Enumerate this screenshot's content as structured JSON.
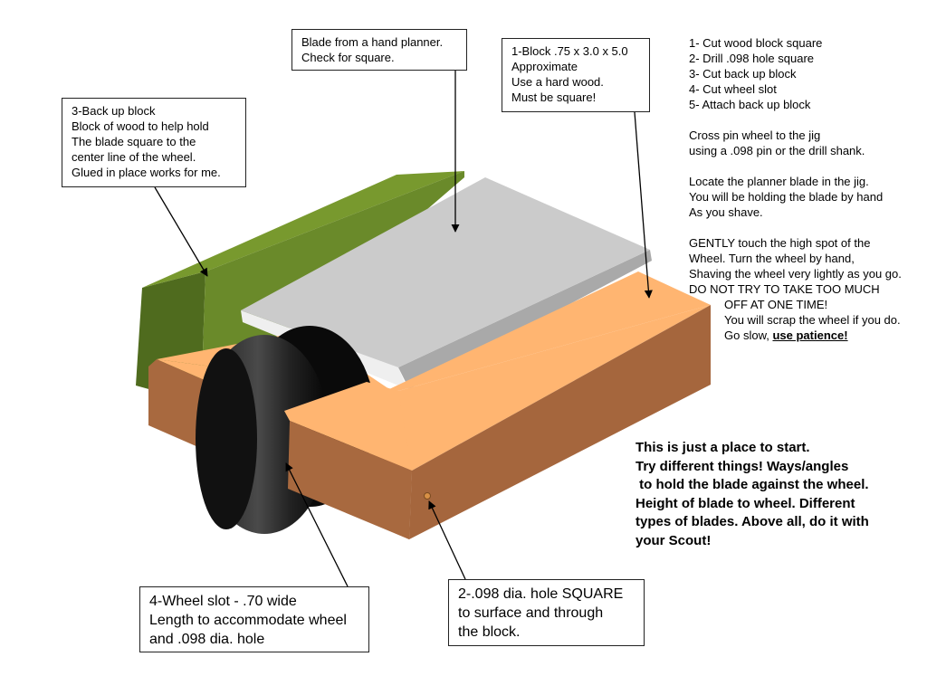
{
  "callouts": {
    "blade": {
      "lines": [
        "Blade from a hand planner.",
        "Check for square."
      ]
    },
    "block": {
      "lines": [
        "1-Block .75 x 3.0 x 5.0",
        "Approximate",
        "Use a hard wood.",
        "Must be square!"
      ]
    },
    "backup": {
      "lines": [
        "3-Back up block",
        "Block of wood to help hold",
        "The blade square to the",
        "center line of the wheel.",
        "Glued in place works for me."
      ]
    },
    "wheel_slot": {
      "lines": [
        "4-Wheel slot - .70 wide",
        "Length to accommodate wheel",
        "and .098 dia. hole"
      ]
    },
    "hole": {
      "lines": [
        "2-.098 dia. hole SQUARE",
        "to surface and through",
        "the block."
      ]
    }
  },
  "instructions": {
    "steps": [
      "1- Cut wood block square",
      "2- Drill .098 hole square",
      "3- Cut back up block",
      "4- Cut wheel slot",
      "5- Attach back up block"
    ],
    "cross_pin": [
      "Cross pin wheel to the jig",
      "using a .098 pin or the drill shank."
    ],
    "locate": [
      "Locate the planner blade in the jig.",
      "You will be holding the blade by hand",
      "As you shave."
    ],
    "gently": [
      "GENTLY touch the high spot of the",
      "Wheel. Turn the wheel by hand,",
      "Shaving the wheel very lightly as you go.",
      "DO NOT TRY TO TAKE TOO MUCH"
    ],
    "gently_indented": [
      "OFF AT ONE TIME!",
      "You will scrap the wheel if you do."
    ],
    "go_slow": "Go slow, ",
    "patience": "use patience!"
  },
  "encouragement": {
    "lines": [
      "This is just a place to start.",
      "Try different things! Ways/angles",
      " to hold the blade against the wheel.",
      "Height of blade to wheel. Different",
      "types of blades. Above all, do it with",
      "your Scout!"
    ]
  },
  "colors": {
    "block_top": "#FFB571",
    "block_front": "#A5663D",
    "block_side": "#A8693F",
    "backup_top": "#78992E",
    "backup_front": "#4F6B1E",
    "blade_top": "#CBCBCB",
    "blade_edge": "#EFEFEF",
    "wheel": "#000000",
    "hole": "#D89046"
  }
}
